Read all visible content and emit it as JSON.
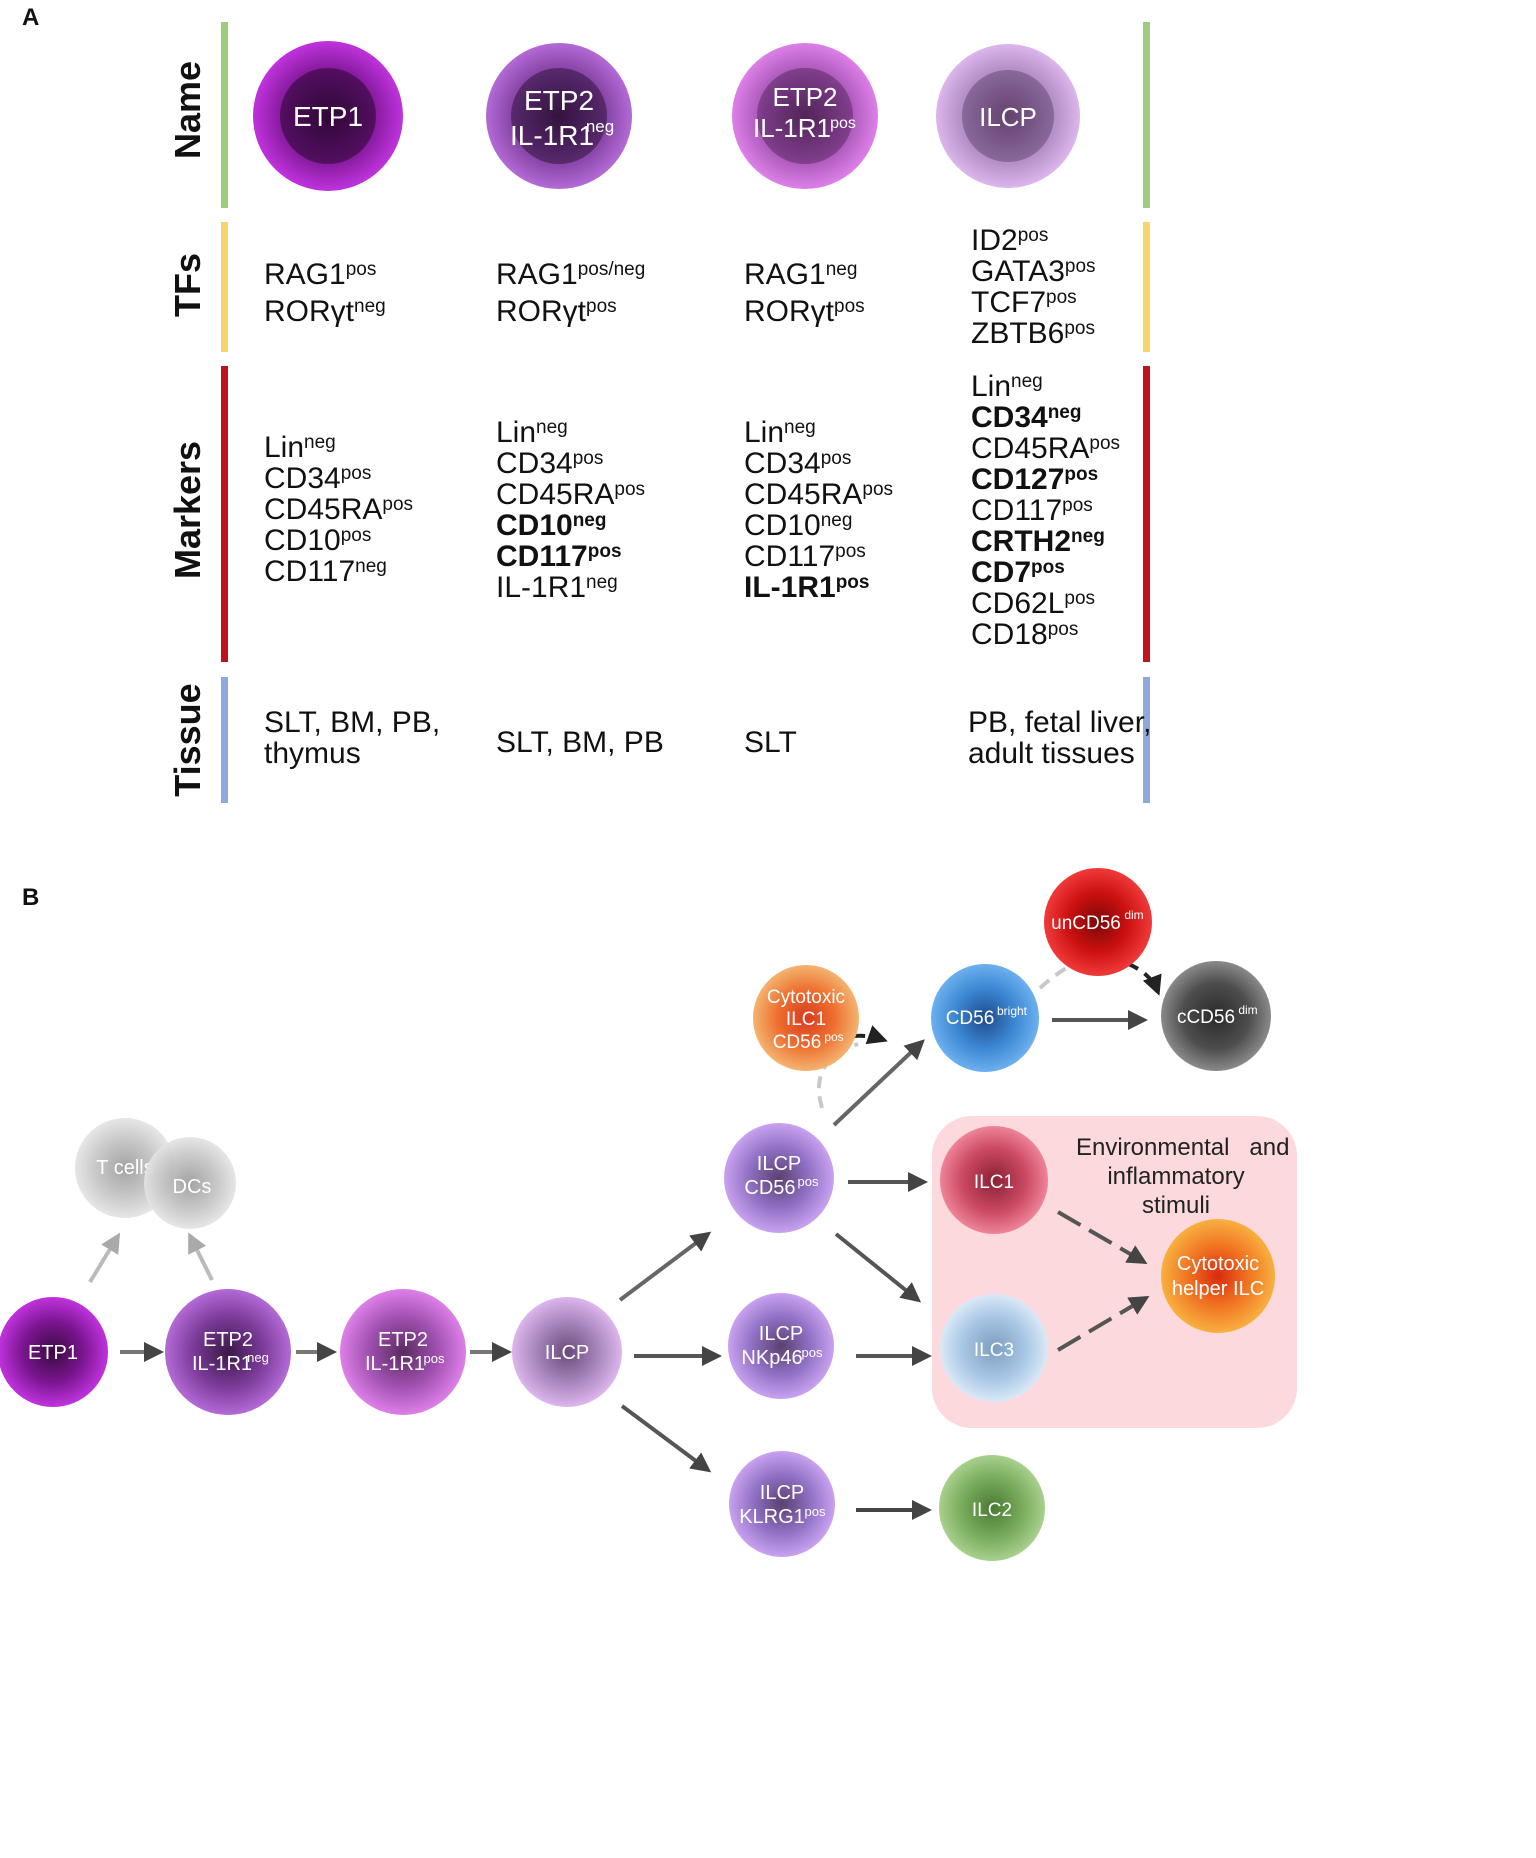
{
  "panels": {
    "a": "A",
    "b": "B"
  },
  "table": {
    "row_labels": {
      "name": "Name",
      "tfs": "TFs",
      "markers": "Markers",
      "tissue": "Tissue"
    },
    "name_cells": [
      {
        "line1": "ETP1",
        "line2": "",
        "sup": ""
      },
      {
        "line1": "ETP2",
        "line2": "IL-1R1",
        "sup": "neg"
      },
      {
        "line1": "ETP2",
        "line2": "IL-1R1",
        "sup": "pos"
      },
      {
        "line1": "ILCP",
        "line2": "",
        "sup": ""
      }
    ],
    "tfs": [
      [
        {
          "t": "RAG1",
          "s": "pos",
          "b": false
        },
        {
          "t": "RORγt",
          "s": "neg",
          "b": false
        }
      ],
      [
        {
          "t": "RAG1",
          "s": "pos/neg",
          "b": false
        },
        {
          "t": "RORγt",
          "s": "pos",
          "b": false
        }
      ],
      [
        {
          "t": "RAG1",
          "s": "neg",
          "b": false
        },
        {
          "t": "RORγt",
          "s": "pos",
          "b": false
        }
      ],
      [
        {
          "t": "ID2",
          "s": "pos",
          "b": false
        },
        {
          "t": "GATA3",
          "s": "pos",
          "b": false
        },
        {
          "t": "TCF7",
          "s": "pos",
          "b": false
        },
        {
          "t": "ZBTB6",
          "s": "pos",
          "b": false
        }
      ]
    ],
    "markers": [
      [
        {
          "t": "Lin",
          "s": "neg",
          "b": false
        },
        {
          "t": "CD34",
          "s": "pos",
          "b": false
        },
        {
          "t": "CD45RA",
          "s": "pos",
          "b": false
        },
        {
          "t": "CD10",
          "s": "pos",
          "b": false
        },
        {
          "t": "CD117",
          "s": "neg",
          "b": false
        }
      ],
      [
        {
          "t": "Lin",
          "s": "neg",
          "b": false
        },
        {
          "t": "CD34",
          "s": "pos",
          "b": false
        },
        {
          "t": "CD45RA",
          "s": "pos",
          "b": false
        },
        {
          "t": "CD10",
          "s": "neg",
          "b": true
        },
        {
          "t": "CD117",
          "s": "pos",
          "b": true
        },
        {
          "t": "IL-1R1",
          "s": "neg",
          "b": false
        }
      ],
      [
        {
          "t": "Lin",
          "s": "neg",
          "b": false
        },
        {
          "t": "CD34",
          "s": "pos",
          "b": false
        },
        {
          "t": "CD45RA",
          "s": "pos",
          "b": false
        },
        {
          "t": "CD10",
          "s": "neg",
          "b": false
        },
        {
          "t": "CD117",
          "s": "pos",
          "b": false
        },
        {
          "t": "IL-1R1",
          "s": "pos",
          "b": true
        }
      ],
      [
        {
          "t": "Lin",
          "s": "neg",
          "b": false
        },
        {
          "t": "CD34",
          "s": "neg",
          "b": true
        },
        {
          "t": "CD45RA",
          "s": "pos",
          "b": false
        },
        {
          "t": "CD127",
          "s": "pos",
          "b": true
        },
        {
          "t": "CD117",
          "s": "pos",
          "b": false
        },
        {
          "t": "CRTH2",
          "s": "neg",
          "b": true
        },
        {
          "t": "CD7",
          "s": "pos",
          "b": true
        },
        {
          "t": "CD62L",
          "s": "pos",
          "b": false
        },
        {
          "t": "CD18",
          "s": "pos",
          "b": false
        }
      ]
    ],
    "tissue": [
      [
        "SLT, BM, PB,",
        "thymus"
      ],
      [
        "SLT, BM, PB"
      ],
      [
        "SLT"
      ],
      [
        "PB, fetal liver,",
        "adult tissues"
      ]
    ]
  },
  "pathway": {
    "cells": {
      "etp1": {
        "l1": "ETP1",
        "l2": "",
        "sup": ""
      },
      "etp2neg": {
        "l1": "ETP2",
        "l2": "IL-1R1",
        "sup": "neg"
      },
      "etp2pos": {
        "l1": "ETP2",
        "l2": "IL-1R1",
        "sup": "pos"
      },
      "ilcp": {
        "l1": "ILCP",
        "l2": "",
        "sup": ""
      },
      "tcells": {
        "l1": "T cells",
        "l2": "",
        "sup": ""
      },
      "dcs": {
        "l1": "DCs",
        "l2": "",
        "sup": ""
      },
      "ilcp_cd56": {
        "l1": "ILCP",
        "l2": "CD56",
        "sup": "pos"
      },
      "ilcp_nkp46": {
        "l1": "ILCP",
        "l2": "NKp46",
        "sup": "pos"
      },
      "ilcp_klrg1": {
        "l1": "ILCP",
        "l2": "KLRG1",
        "sup": "pos"
      },
      "cyto_ilc1": {
        "l1": "Cytotoxic",
        "l2": "ILC1",
        "l3": "CD56",
        "sup": "pos"
      },
      "cd56bright": {
        "l1": "CD56",
        "sup": "bright"
      },
      "uncd56dim": {
        "l1": "unCD56",
        "sup": "dim"
      },
      "ccd56dim": {
        "l1": "cCD56",
        "sup": "dim"
      },
      "ilc1": {
        "l1": "ILC1"
      },
      "ilc3": {
        "l1": "ILC3"
      },
      "ilc2": {
        "l1": "ILC2"
      },
      "cyto_helper": {
        "l1": "Cytotoxic",
        "l2": "helper ILC"
      }
    },
    "environment": {
      "line1": "Environmental   and",
      "line2": "inflammatory stimuli"
    }
  },
  "colors": {
    "name_bar": "#9ccc7e",
    "tfs_bar": "#f6d56a",
    "markers_bar": "#c0121c",
    "tissue_bar": "#8ea9dc",
    "etp1": "#b020c8",
    "etp2neg": "#a448c8",
    "etp2pos": "#c05ad0",
    "ilcp": "#b478cc",
    "cd56bright": "#3b8ad6",
    "uncd56dim": "#d40f0f",
    "ccd56dim": "#555555",
    "ilc1": "#d24c68",
    "ilc3": "#a9c8e6",
    "ilc2": "#7bae5e",
    "cyto": "#f08a22",
    "env": "#fbd9dc"
  }
}
